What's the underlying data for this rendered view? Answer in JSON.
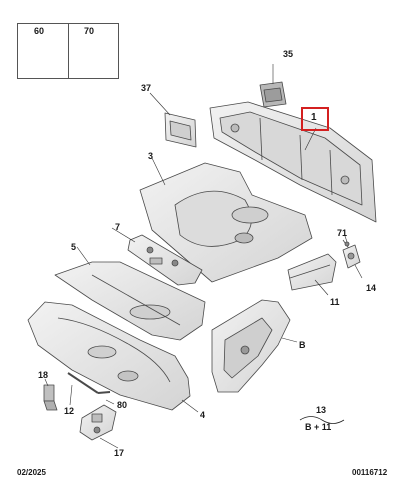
{
  "callouts": {
    "c60": "60",
    "c70": "70",
    "c35": "35",
    "c37": "37",
    "c1": "1",
    "c3": "3",
    "c7": "7",
    "c71": "71",
    "c5": "5",
    "c14": "14",
    "c11": "11",
    "cB": "B",
    "c18": "18",
    "c80": "80",
    "c12": "12",
    "c4": "4",
    "c17": "17",
    "c13": "13",
    "cB11": "B + 11"
  },
  "footer": {
    "date": "02/2025",
    "ref": "00116712"
  },
  "colors": {
    "highlight": "#d42020",
    "part_fill": "#e6e6e6",
    "part_stroke": "#4a4a4a"
  }
}
